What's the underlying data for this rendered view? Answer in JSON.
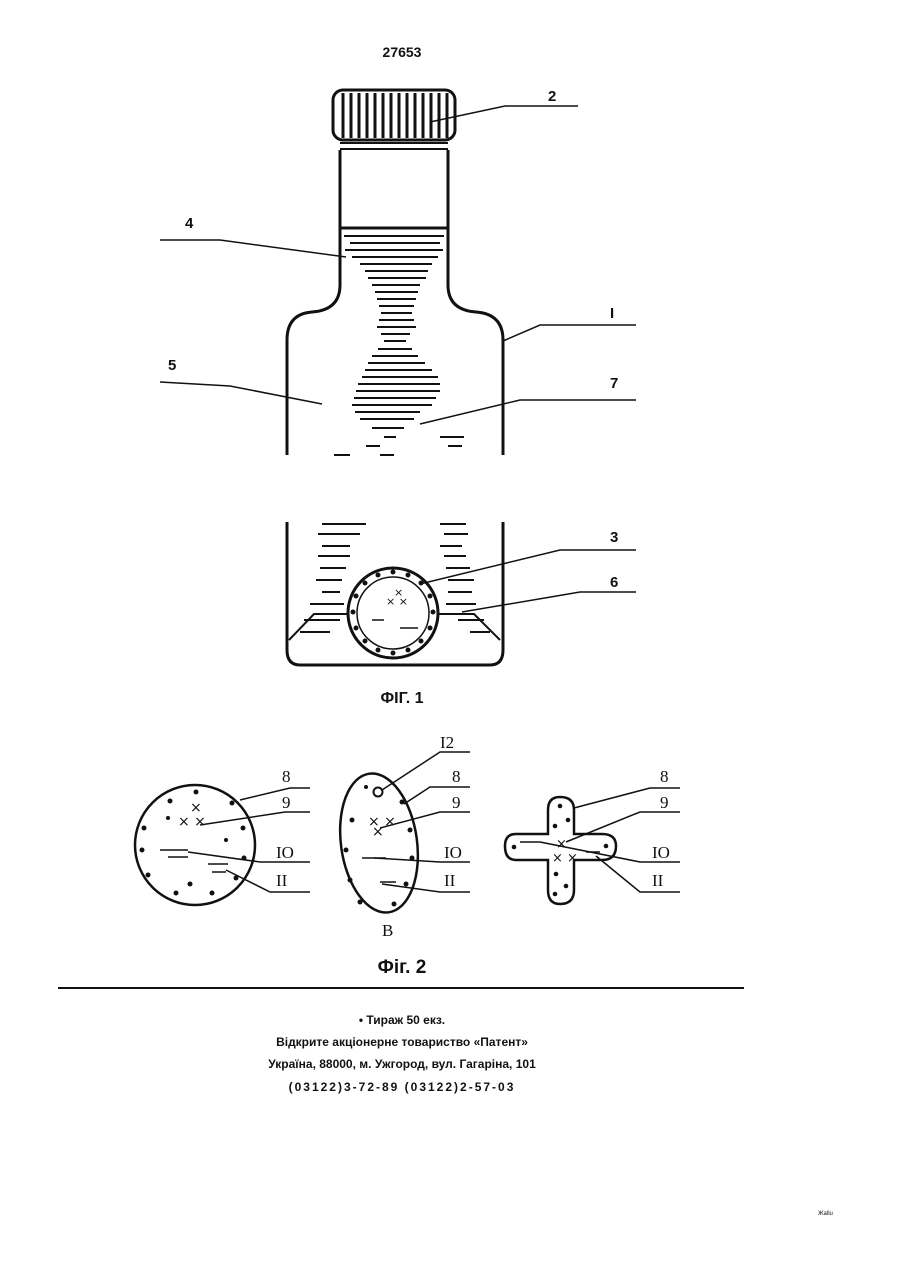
{
  "page_number": "27653",
  "figure1": {
    "caption": "ФІГ. 1",
    "labels": [
      "2",
      "4",
      "I",
      "5",
      "7",
      "3",
      "6"
    ]
  },
  "figure2": {
    "caption": "Фіг. 2",
    "labels": [
      "8",
      "9",
      "IO",
      "II",
      "I2",
      "8",
      "9",
      "IO",
      "II",
      "B",
      "8",
      "9",
      "IO",
      "II"
    ]
  },
  "imprint": {
    "line1": "•  Тираж 50 екз.",
    "line2": "Відкрите акціонерне товариство «Патент»",
    "line3": "Україна, 88000, м. Ужгород, вул. Гагаріна, 101",
    "line4": "(03122)3-72-89 (03122)2-57-03"
  },
  "corner_mark": "Жallu"
}
